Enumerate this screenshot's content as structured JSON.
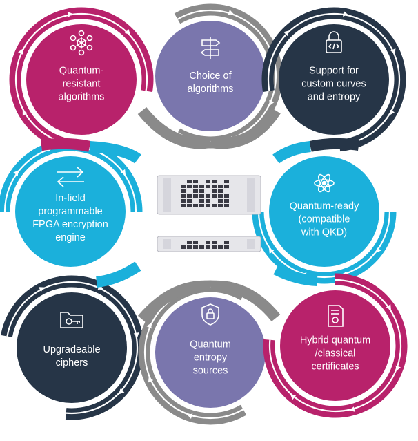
{
  "colors": {
    "magenta": "#b8226b",
    "cyan": "#1bb0db",
    "navy": "#263547",
    "lavender": "#7a76ad",
    "gray": "#8a8a8a",
    "white": "#ffffff"
  },
  "nodes": [
    {
      "id": "quantum-resistant",
      "label": "Quantum-\nresistant\nalgorithms",
      "icon": "network-icon",
      "color": "magenta",
      "ring": "magenta"
    },
    {
      "id": "choice",
      "label": "Choice of\nalgorithms",
      "icon": "signpost-icon",
      "color": "lavender",
      "ring": "gray"
    },
    {
      "id": "custom-curves",
      "label": "Support for\ncustom curves\nand entropy",
      "icon": "code-lock-icon",
      "color": "navy",
      "ring": "navy"
    },
    {
      "id": "fpga",
      "label": "In-field\nprogrammable\nFPGA encryption\nengine",
      "icon": "swap-arrows-icon",
      "color": "cyan",
      "ring": "cyan"
    },
    {
      "id": "quantum-ready",
      "label": "Quantum-ready\n(compatible\nwith QKD)",
      "icon": "atom-icon",
      "color": "cyan",
      "ring": "cyan"
    },
    {
      "id": "upgradeable",
      "label": "Upgradeable\nciphers",
      "icon": "key-folder-icon",
      "color": "navy",
      "ring": "navy"
    },
    {
      "id": "entropy",
      "label": "Quantum\nentropy\nsources",
      "icon": "shield-lock-icon",
      "color": "lavender",
      "ring": "gray"
    },
    {
      "id": "hybrid",
      "label": "Hybrid quantum\n/classical\ncertificates",
      "icon": "certificate-icon",
      "color": "magenta",
      "ring": "magenta"
    }
  ],
  "device": {
    "name": "network-encryptor-hardware"
  }
}
